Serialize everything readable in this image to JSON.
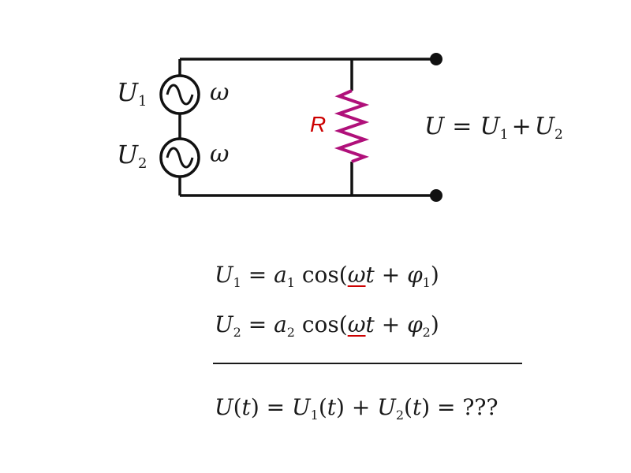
{
  "colors": {
    "wire": "#111111",
    "resistor": "#b0107a",
    "resistor_label": "#cc0000",
    "text": "#1a1a1a",
    "underline": "#cc0000"
  },
  "circuit": {
    "source1": {
      "label": "U",
      "subscript": "1",
      "freq": "ω",
      "icon": "ac-source-icon"
    },
    "source2": {
      "label": "U",
      "subscript": "2",
      "freq": "ω",
      "icon": "ac-source-icon"
    },
    "resistor": {
      "label": "R"
    },
    "total": {
      "lhs": "U",
      "eq": "=",
      "u1": "U",
      "sub1": "1",
      "plus": "+",
      "u2": "U",
      "sub2": "2"
    }
  },
  "equations": {
    "eq1": {
      "U": "U",
      "sub": "1",
      "eq": " = ",
      "a": "a",
      "asub": "1",
      "cos": " cos(",
      "omega": "ω",
      "t": "t",
      "plus": " + ",
      "phi": "φ",
      "phisub": "1",
      "close": ")"
    },
    "eq2": {
      "U": "U",
      "sub": "2",
      "eq": " = ",
      "a": "a",
      "asub": "2",
      "cos": " cos(",
      "omega": "ω",
      "t": "t",
      "plus": " + ",
      "phi": "φ",
      "phisub": "2",
      "close": ")"
    },
    "result": {
      "U": "U",
      "open": "(",
      "t": "t",
      "close": ")",
      "eq": " = ",
      "U1": "U",
      "sub1": "1",
      "open1": "(",
      "t1": "t",
      "close1": ")",
      "plus": " + ",
      "U2": "U",
      "sub2": "2",
      "open2": "(",
      "t2": "t",
      "close2": ")",
      "eq2": " = ",
      "q": "???"
    }
  }
}
